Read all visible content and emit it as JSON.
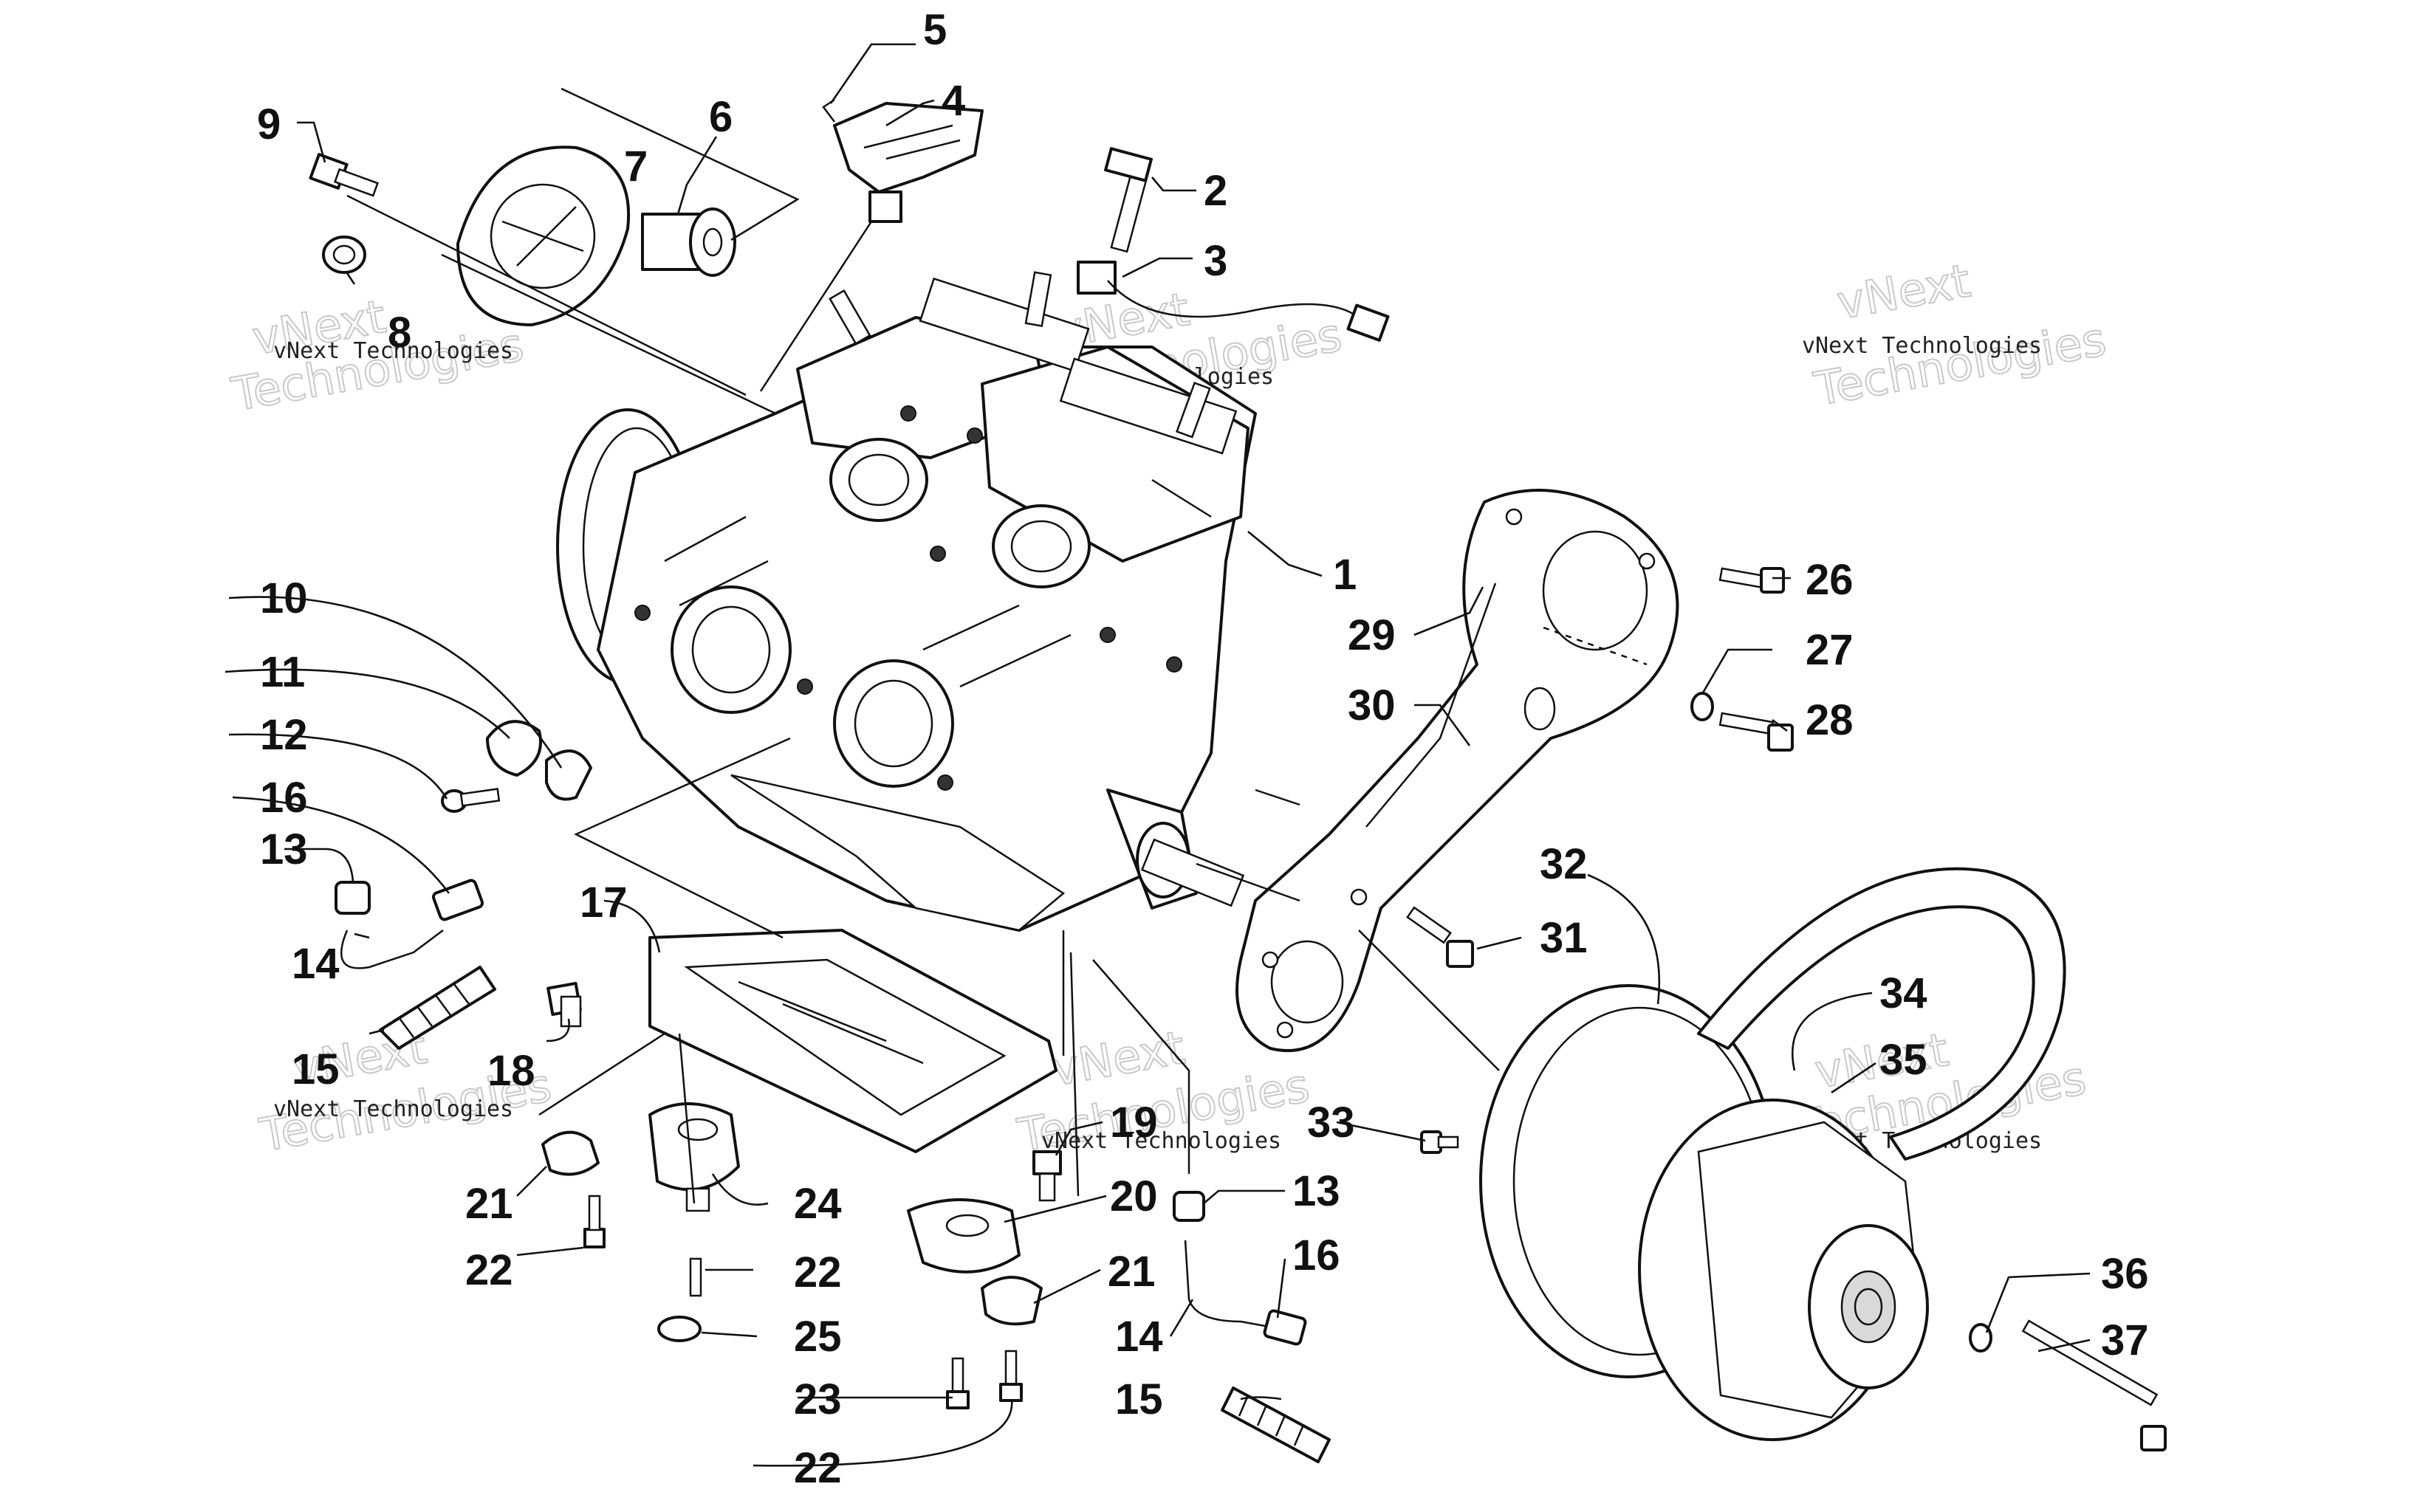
{
  "diagram": {
    "type": "exploded parts diagram",
    "subject": "snowmobile engine assembly",
    "callouts": [
      "1",
      "2",
      "3",
      "4",
      "5",
      "6",
      "7",
      "8",
      "9",
      "10",
      "11",
      "12",
      "13",
      "14",
      "15",
      "16",
      "17",
      "18",
      "19",
      "20",
      "21",
      "22",
      "23",
      "24",
      "25",
      "26",
      "27",
      "28",
      "29",
      "30",
      "31",
      "32",
      "33",
      "34",
      "35",
      "36",
      "37"
    ],
    "repeated_callouts": {
      "13b": "13",
      "14b": "14",
      "15b": "15",
      "16b": "16",
      "21b": "21",
      "22b": "22",
      "22c": "22"
    },
    "watermark": {
      "line1": "vNext Technologies",
      "line2": "vNext",
      "line3": "Technologies"
    }
  }
}
